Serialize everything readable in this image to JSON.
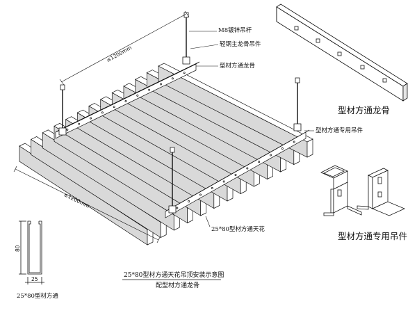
{
  "labels": {
    "m8_rod": "M8镀锌吊杆",
    "main_keel_hanger": "轻钢主龙骨吊件",
    "square_tube_keel": "型材方通龙骨",
    "special_hanger": "型材方通专用吊件",
    "ceiling_25x80": "25*80型材方通天花"
  },
  "dimensions": {
    "span_top": "≤1200mm",
    "span_bottom": "≤1200mm",
    "profile_height": "80",
    "profile_width": "25"
  },
  "captions": {
    "keel_title": "型材方通龙骨",
    "hanger_title": "型材方通专用吊件",
    "main_title": "25*80型材方通天花吊顶安装示意图",
    "sub_title": "配型材方通龙骨",
    "profile_title": "25*80型材方通"
  },
  "colors": {
    "line": "#111111",
    "panel_fill": "#ffffff",
    "shade": "#d9d9d9"
  }
}
